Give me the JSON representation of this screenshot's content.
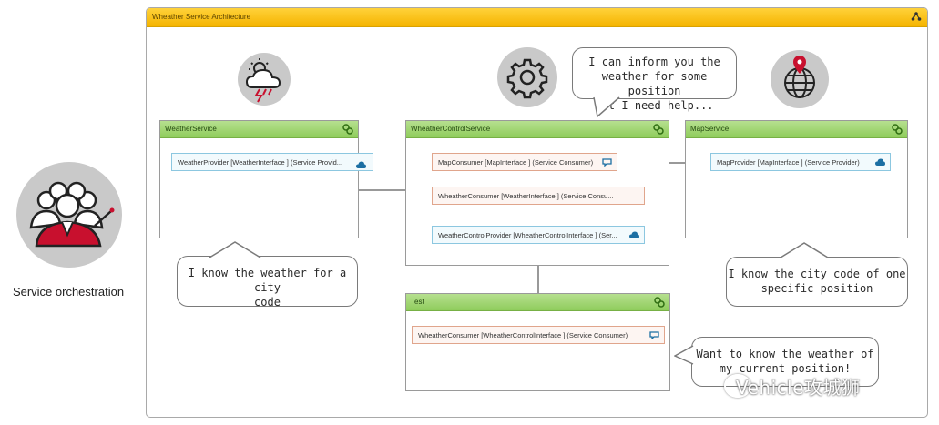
{
  "orchestrator": {
    "label": "Service orchestration"
  },
  "frame": {
    "title": "Wheather Service Architecture"
  },
  "components": {
    "weather_service": {
      "title": "WeatherService",
      "ports": [
        {
          "label": "WeatherProvider [WeatherInterface ] (Service Provid...",
          "kind": "provider"
        }
      ]
    },
    "weather_control_service": {
      "title": "WheatherControlService",
      "ports": [
        {
          "label": "MapConsumer [MapInterface ] (Service Consumer)",
          "kind": "consumer"
        },
        {
          "label": "WheatherConsumer [WeatherInterface ] (Service Consu...",
          "kind": "consumer"
        },
        {
          "label": "WeatherControlProvider [WheatherControlInterface ] (Ser...",
          "kind": "provider"
        }
      ]
    },
    "map_service": {
      "title": "MapService",
      "ports": [
        {
          "label": "MapProvider [MapInterface ] (Service Provider)",
          "kind": "provider"
        }
      ]
    },
    "test": {
      "title": "Test",
      "ports": [
        {
          "label": "WheatherConsumer [WheatherControlInterface ] (Service Consumer)",
          "kind": "consumer"
        }
      ]
    }
  },
  "bubbles": {
    "control": [
      "I can inform you the",
      "weather for some position",
      "but I need help..."
    ],
    "weather": [
      "I know the weather for a city",
      "code"
    ],
    "map": [
      "I know the city code of one",
      "specific position"
    ],
    "test": [
      "Want to know the weather of",
      "my current position!"
    ]
  },
  "icons": {
    "weather": "storm-cloud-icon",
    "control": "gear-icon",
    "map": "globe-pin-icon",
    "orchestrator": "group-presenter-icon"
  },
  "watermark": "Vehicle攻城狮",
  "colors": {
    "frame_header": "#f5b400",
    "component_header": "#8fcc5c",
    "provider_border": "#8cc7e0",
    "consumer_border": "#e0a58c"
  }
}
